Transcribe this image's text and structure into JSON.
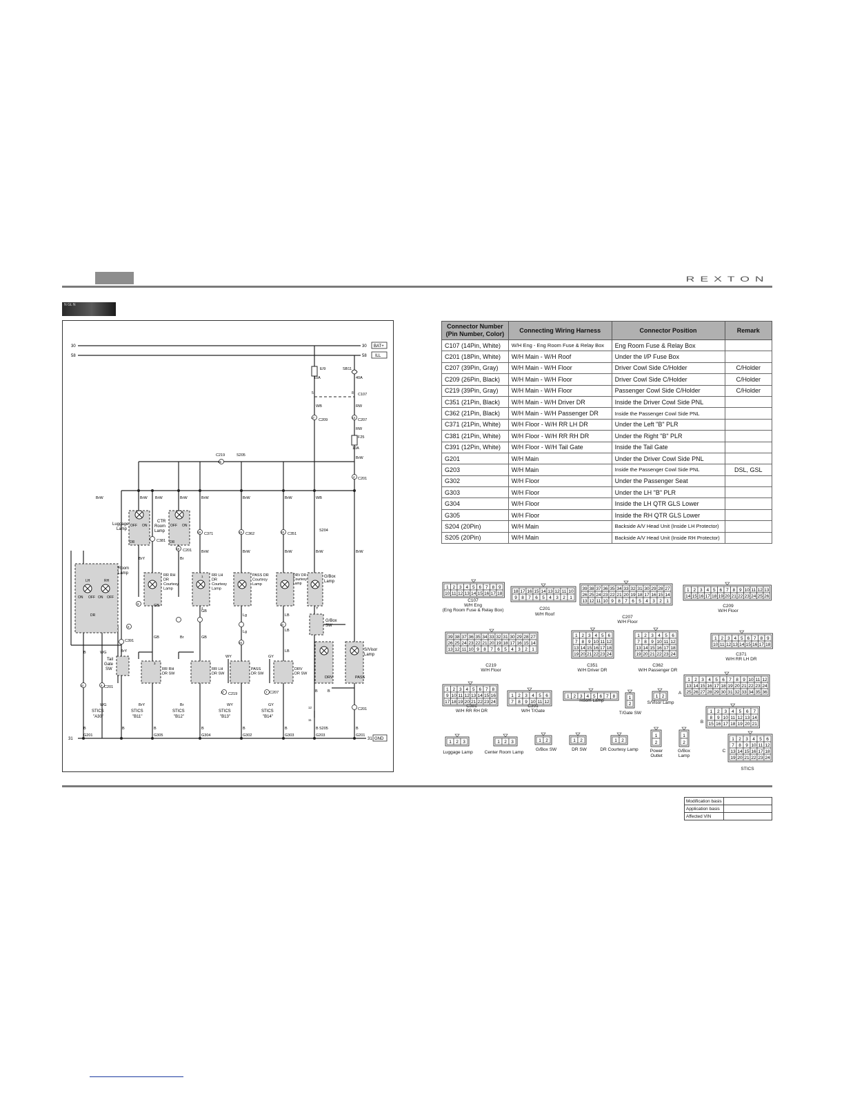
{
  "header": {
    "brand": "REXTON",
    "section_tag": "N GL N"
  },
  "wiring": {
    "rails": {
      "b30_left": "30",
      "b30_right": "30",
      "b30_tag": "BAT+",
      "b58_left": "58",
      "b58_right": "58",
      "b58_tag": "ILL",
      "b31_left": "31",
      "b31_right": "31",
      "b31_tag": "GND"
    },
    "fuses": {
      "ef": "E/9",
      "ef_rating": "10A",
      "sb": "SB11",
      "sb_rating": "40A",
      "f": "F25",
      "f_rating": "10A"
    },
    "connectors": {
      "c107": "C107",
      "c209": "C209",
      "c207": "C207",
      "c219": "C219",
      "s205": "S205",
      "s204": "S204",
      "c201": "C201",
      "c371": "C371",
      "c362": "C362",
      "c351": "C351",
      "c381": "C381",
      "c391": "C391"
    },
    "pins": {
      "p5": "5",
      "p8": "8",
      "p17": "17",
      "p13": "13",
      "p18": "18",
      "p4": "4",
      "p19": "19",
      "p15": "15",
      "p20": "20",
      "p9": "9",
      "p1": "1",
      "p2": "2",
      "p3": "3",
      "p6": "6",
      "p7": "7",
      "p14": "14",
      "p12": "12",
      "p10": "10",
      "p11": "11",
      "p16": "16",
      "p35": "35",
      "p37": "37"
    },
    "wires": {
      "wb": "WB",
      "rw": "RW",
      "brw": "BrW",
      "bry": "BrY",
      "br": "Br",
      "gb": "GB",
      "lg": "Lg",
      "lb": "LB",
      "wg": "WG",
      "wy": "WY",
      "gy": "GY",
      "y": "Y",
      "b": "B"
    },
    "components": {
      "luggage": [
        "Luggage",
        "Lamp"
      ],
      "ctr": [
        "CTR",
        "Room",
        "Lamp"
      ],
      "room": [
        "Room",
        "Lamp"
      ],
      "rrrh_lamp": [
        "RR RH",
        "DR",
        "Courtesy",
        "Lamp"
      ],
      "rrlh_lamp": [
        "RR LH",
        "DR",
        "Courtesy",
        "Lamp"
      ],
      "pass_lamp": [
        "PASS DR",
        "Courtesy",
        "Lamp"
      ],
      "drv_lamp": [
        "DRV DR",
        "Courtesy",
        "Lamp"
      ],
      "gbox_lamp": [
        "G/Box",
        "Lamp"
      ],
      "gbox_sw": [
        "G/Box",
        "SW"
      ],
      "visor": [
        "S/Visor",
        "Lamp"
      ],
      "tailgate_sw": [
        "Tail",
        "Gate",
        "SW"
      ],
      "rrrh_sw": [
        "RR RH",
        "DR SW"
      ],
      "rrlh_sw": [
        "RR LH",
        "DR SW"
      ],
      "pass_sw": [
        "PASS",
        "DR SW"
      ],
      "drv_sw": [
        "DRV",
        "DR SW"
      ],
      "drv": "DRV",
      "pass": "PASS",
      "off": "OFF",
      "on": "ON",
      "dr": "DR",
      "lh": "LH",
      "rh": "RH"
    },
    "stics": [
      {
        "label": "STICS",
        "pin": "\"A30\""
      },
      {
        "label": "STICS",
        "pin": "\"B11\""
      },
      {
        "label": "STICS",
        "pin": "\"B12\""
      },
      {
        "label": "STICS",
        "pin": "\"B13\""
      },
      {
        "label": "STICS",
        "pin": "\"B14\""
      }
    ],
    "grounds": [
      "G201",
      "G305",
      "G304",
      "G302",
      "G303",
      "G203",
      "G201"
    ]
  },
  "connector_table": {
    "headers": [
      "Connector Number (Pin Number, Color)",
      "Connecting Wiring Harness",
      "Connector Position",
      "Remark"
    ],
    "rows": [
      [
        "C107 (14Pin, White)",
        "W/H Eng - Eng Room Fuse & Relay Box",
        "Eng Room Fuse & Relay Box",
        ""
      ],
      [
        "C201 (18Pin, White)",
        "W/H Main - W/H Roof",
        "Under the I/P Fuse Box",
        ""
      ],
      [
        "C207 (39Pin, Gray)",
        "W/H Main - W/H Floor",
        "Driver Cowl Side C/Holder",
        "C/Holder"
      ],
      [
        "C209 (26Pin, Black)",
        "W/H Main - W/H Floor",
        "Driver Cowl Side C/Holder",
        "C/Holder"
      ],
      [
        "C219 (39Pin, Gray)",
        "W/H Main - W/H Floor",
        "Passenger Cowl Side C/Holder",
        "C/Holder"
      ],
      [
        "C351 (21Pin, Black)",
        "W/H Main - W/H Driver DR",
        "Inside the Driver Cowl Side PNL",
        ""
      ],
      [
        "C362 (21Pin, Black)",
        "W/H Main - W/H Passenger DR",
        "Inside the Passenger Cowl Side PNL",
        ""
      ],
      [
        "C371 (21Pin, White)",
        "W/H Floor - W/H RR LH DR",
        "Under the Left \"B\" PLR",
        ""
      ],
      [
        "C381 (21Pin, White)",
        "W/H Floor - W/H RR RH DR",
        "Under the Right \"B\" PLR",
        ""
      ],
      [
        "C391 (12Pin, White)",
        "W/H Floor - W/H Tail Gate",
        "Inside the Tail Gate",
        ""
      ],
      [
        "G201",
        "W/H Main",
        "Under the Driver Cowl Side PNL",
        ""
      ],
      [
        "G203",
        "W/H Main",
        "Inside the Passenger Cowl Side PNL",
        "DSL, GSL"
      ],
      [
        "G302",
        "W/H Floor",
        "Under the Passenger Seat",
        ""
      ],
      [
        "G303",
        "W/H Floor",
        "Under the LH \"B\" PLR",
        ""
      ],
      [
        "G304",
        "W/H Floor",
        "Inside the LH QTR GLS Lower",
        ""
      ],
      [
        "G305",
        "W/H Floor",
        "Inside the RH QTR GLS Lower",
        ""
      ],
      [
        "S204 (20Pin)",
        "W/H Main",
        "Backside A/V Head Unit (Inside LH Protector)",
        ""
      ],
      [
        "S205 (20Pin)",
        "W/H Main",
        "Backside A/V Head Unit (Inside RH Protector)",
        ""
      ]
    ]
  },
  "connector_views": {
    "c107": [
      "C107",
      "W/H Eng",
      "(Eng Room Fuse & Relay Box)"
    ],
    "c201": [
      "C201",
      "W/H Roof"
    ],
    "c207": [
      "C207",
      "W/H Floor"
    ],
    "c209": [
      "C209",
      "W/H Floor"
    ],
    "c219": [
      "C219",
      "W/H Floor"
    ],
    "c351": [
      "C351",
      "W/H Driver DR"
    ],
    "c362": [
      "C362",
      "W/H Passenger DR"
    ],
    "c371": [
      "C371",
      "W/H RR LH DR"
    ],
    "c381": [
      "C381",
      "W/H RR RH DR"
    ],
    "c391": [
      "C391",
      "W/H T/Gate"
    ],
    "room_lamp": "Room Lamp",
    "tgate_sw": "T/Gate SW",
    "svisor_lamp": "S/Visor Lamp",
    "luggage_lamp": "Luggage Lamp",
    "center_room_lamp": "Center Room Lamp",
    "gbox_sw": "G/Box SW",
    "dr_sw": "DR SW",
    "dr_courtesy_lamp": "DR Courtesy Lamp",
    "power_outlet": [
      "Power",
      "Outlet"
    ],
    "gbox_lamp": [
      "G/Box",
      "Lamp"
    ],
    "stics": "STICS",
    "stics_rows": [
      "A",
      "B",
      "C"
    ]
  },
  "modification": {
    "rows": [
      "Modification basis",
      "Application basis",
      "Affected VIN"
    ]
  }
}
